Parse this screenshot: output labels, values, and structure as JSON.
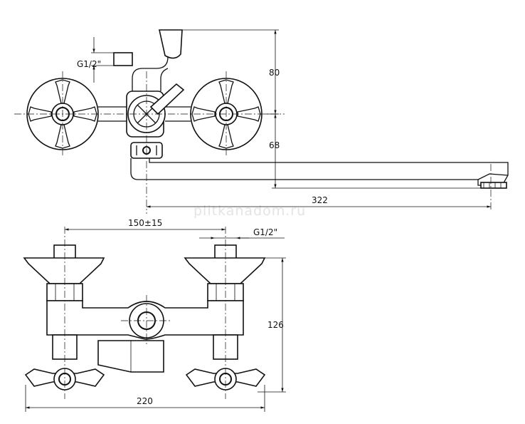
{
  "watermark": "plitkanadom.ru",
  "top_view": {
    "thread_label": "G1/2\"",
    "dim_height_80": "80",
    "dim_height_68": "68",
    "dim_spout_322": "322"
  },
  "front_view": {
    "dim_spacing": "150±15",
    "thread_label": "G1/2\"",
    "dim_height_126": "126",
    "dim_width_220": "220"
  }
}
